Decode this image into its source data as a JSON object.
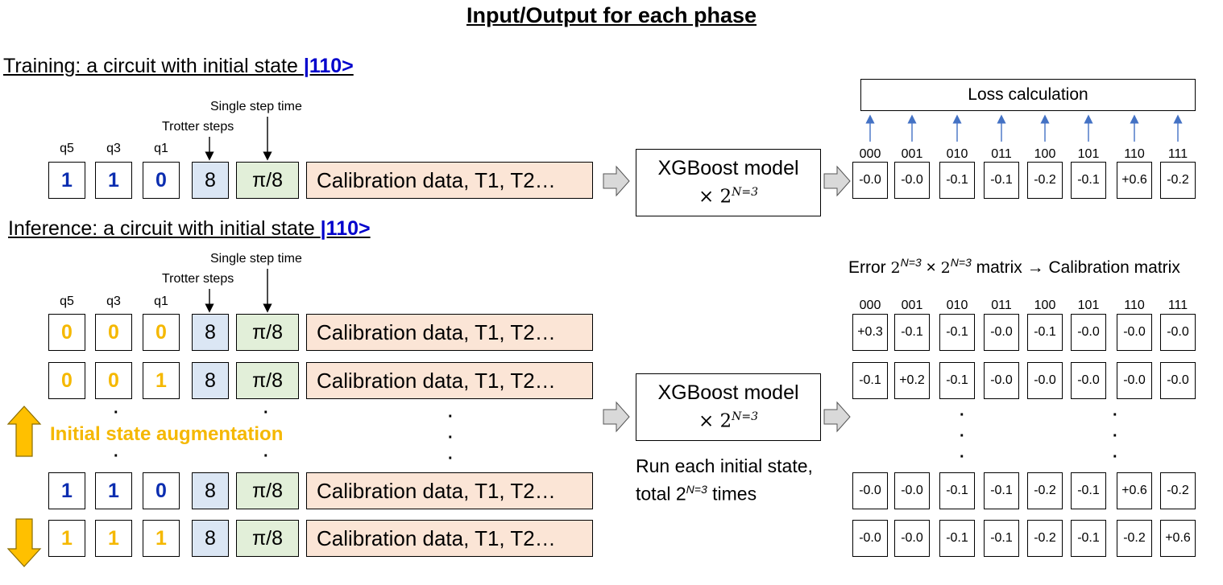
{
  "title": "Input/Output for each phase",
  "training": {
    "heading_prefix": "Training: a circuit with initial state ",
    "heading_state": "|110>",
    "label_single_step": "Single step time",
    "label_trotter": "Trotter steps",
    "qubit_labels": [
      "q5",
      "q3",
      "q1"
    ],
    "row": {
      "bits": [
        "1",
        "1",
        "0"
      ],
      "trotter": "8",
      "step_time": "π/8",
      "calibration": "Calibration data, T1, T2…"
    },
    "model_name": "XGBoost model",
    "model_mult": "× 2",
    "model_exp": "N=3",
    "loss_label": "Loss calculation",
    "basis_labels": [
      "000",
      "001",
      "010",
      "011",
      "100",
      "101",
      "110",
      "111"
    ],
    "outputs": [
      "-0.0",
      "-0.0",
      "-0.1",
      "-0.1",
      "-0.2",
      "-0.1",
      "+0.6",
      "-0.2"
    ]
  },
  "inference": {
    "heading_prefix": "Inference: a circuit with initial state ",
    "heading_state": "|110>",
    "label_single_step": "Single step time",
    "label_trotter": "Trotter steps",
    "qubit_labels": [
      "q5",
      "q3",
      "q1"
    ],
    "rows": [
      {
        "bits": [
          "0",
          "0",
          "0"
        ],
        "trotter": "8",
        "step_time": "π/8",
        "calibration": "Calibration data, T1, T2…"
      },
      {
        "bits": [
          "0",
          "0",
          "1"
        ],
        "trotter": "8",
        "step_time": "π/8",
        "calibration": "Calibration data, T1, T2…"
      },
      {
        "bits": [
          "1",
          "1",
          "0"
        ],
        "trotter": "8",
        "step_time": "π/8",
        "calibration": "Calibration data, T1, T2…"
      },
      {
        "bits": [
          "1",
          "1",
          "1"
        ],
        "trotter": "8",
        "step_time": "π/8",
        "calibration": "Calibration data, T1, T2…"
      }
    ],
    "augmentation_label": "Initial state augmentation",
    "model_name": "XGBoost model",
    "model_mult": "× 2",
    "model_exp": "N=3",
    "run_line1": "Run each initial state,",
    "run_line2_prefix": "total 2",
    "run_line2_exp": "N=3",
    "run_line2_suffix": " times",
    "matrix_title_prefix": "Error ",
    "matrix_title_base1": "2",
    "matrix_title_exp1": "N=3",
    "matrix_title_times": " × ",
    "matrix_title_base2": "2",
    "matrix_title_exp2": "N=3",
    "matrix_title_suffix": " matrix → Calibration matrix",
    "basis_labels": [
      "000",
      "001",
      "010",
      "011",
      "100",
      "101",
      "110",
      "111"
    ],
    "matrix_rows": [
      [
        "+0.3",
        "-0.1",
        "-0.1",
        "-0.0",
        "-0.1",
        "-0.0",
        "-0.0",
        "-0.0"
      ],
      [
        "-0.1",
        "+0.2",
        "-0.1",
        "-0.0",
        "-0.0",
        "-0.0",
        "-0.0",
        "-0.0"
      ],
      [
        "-0.0",
        "-0.0",
        "-0.1",
        "-0.1",
        "-0.2",
        "-0.1",
        "+0.6",
        "-0.2"
      ],
      [
        "-0.0",
        "-0.0",
        "-0.1",
        "-0.1",
        "-0.2",
        "-0.1",
        "-0.2",
        "+0.6"
      ]
    ]
  },
  "colors": {
    "trained_bit": "#0b2db0",
    "augmented_bit": "#f5b800",
    "trotter_fill": "#dbe6f4",
    "step_fill": "#e2efd9",
    "calibration_fill": "#fbe5d6",
    "loss_arrow": "#4472c4",
    "state_label": "#0000cc"
  },
  "icons": {
    "flow_arrow": "gray-block-arrow-right-icon",
    "aug_up": "orange-up-arrow-icon",
    "aug_down": "orange-down-arrow-icon",
    "loss_arrow": "blue-up-arrow-icon"
  }
}
